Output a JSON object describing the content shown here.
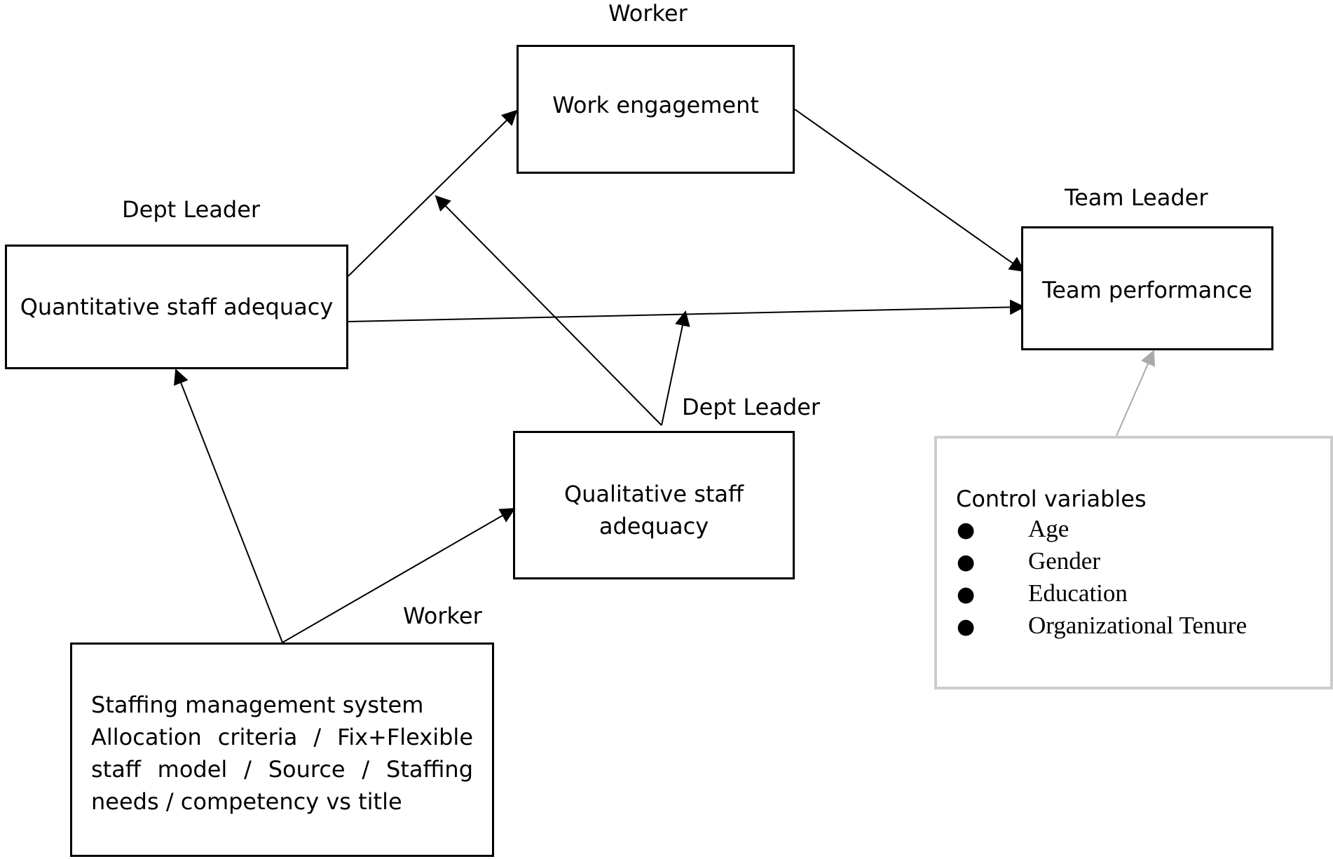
{
  "nodes": {
    "work_engagement": {
      "label": "Work engagement",
      "level": "Worker"
    },
    "quantitative": {
      "label": "Quantitative staff adequacy",
      "level": "Dept Leader"
    },
    "team_performance": {
      "label": "Team performance",
      "level": "Team Leader"
    },
    "qualitative": {
      "label_line1": "Qualitative staff",
      "label_line2": "adequacy",
      "level": "Dept Leader"
    },
    "staffing": {
      "title": "Staffing management system",
      "body": "Allocation criteria / Fix+Flexible staff model / Source / Staffing needs / competency vs title",
      "level": "Worker"
    },
    "controls": {
      "title": "Control variables",
      "items": [
        "Age",
        "Gender",
        "Education",
        "Organizational Tenure"
      ]
    }
  },
  "edges": [
    {
      "from": "quantitative",
      "to": "work_engagement"
    },
    {
      "from": "work_engagement",
      "to": "team_performance"
    },
    {
      "from": "quantitative",
      "to": "team_performance"
    },
    {
      "from": "qualitative",
      "to": "quantitative→work_engagement",
      "type": "moderation"
    },
    {
      "from": "qualitative",
      "to": "quantitative→team_performance",
      "type": "moderation"
    },
    {
      "from": "staffing",
      "to": "quantitative"
    },
    {
      "from": "staffing",
      "to": "qualitative"
    },
    {
      "from": "controls",
      "to": "team_performance",
      "color": "#aaaaaa"
    }
  ]
}
